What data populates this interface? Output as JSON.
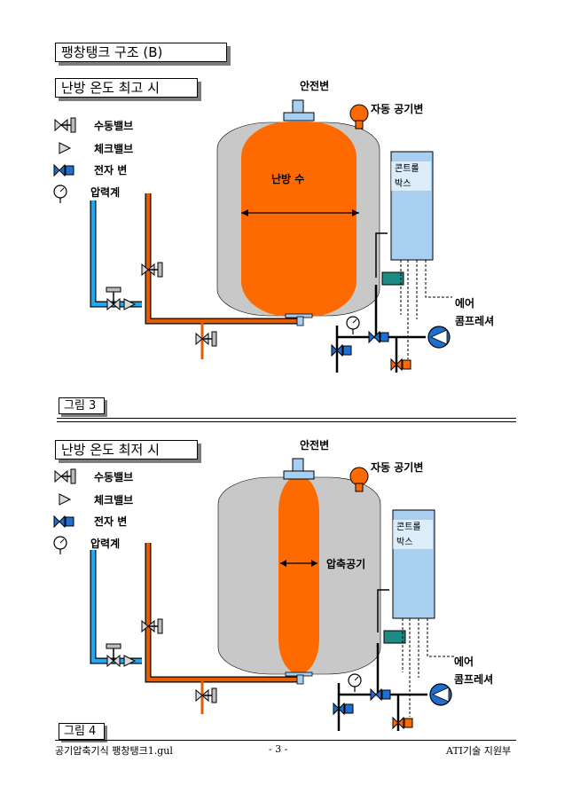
{
  "page_title": "팽창탱크 구조 (B)",
  "diagrams": [
    {
      "heading": "난방 온도 최고 시",
      "figure_label": "그림 3",
      "legend": {
        "manual_valve": "수동밸브",
        "check_valve": "체크밸브",
        "solenoid_valve": "전자 변",
        "pressure_gauge": "압력계"
      },
      "safety_valve": "안전변",
      "air_vent": "자동 공기변",
      "tank_label": "난방 수",
      "control_box": [
        "콘트롤",
        "박스"
      ],
      "compressor": [
        "에어",
        "콤프레셔"
      ]
    },
    {
      "heading": "난방 온도 최저 시",
      "figure_label": "그림 4",
      "legend": {
        "manual_valve": "수동밸브",
        "check_valve": "체크밸브",
        "solenoid_valve": "전자 변",
        "pressure_gauge": "압력계"
      },
      "safety_valve": "안전변",
      "air_vent": "자동 공기변",
      "tank_label": "압축공기",
      "control_box": [
        "콘트롤",
        "박스"
      ],
      "compressor": [
        "에어",
        "콤프레셔"
      ]
    }
  ],
  "footer": {
    "left": "공기압축기식 팽창탱크1.gul",
    "center": "- 3 -",
    "right": "ATI기술 지원부"
  },
  "colors": {
    "water": "#ff6a00",
    "pipe_hot": "#e65c00",
    "pipe_cold": "#1eaaf0",
    "tank_shell": "#c8c8c8",
    "control_box": "#a9cff0",
    "valve_blue": "#1f6fd0",
    "valve_green": "#1f8a84"
  }
}
